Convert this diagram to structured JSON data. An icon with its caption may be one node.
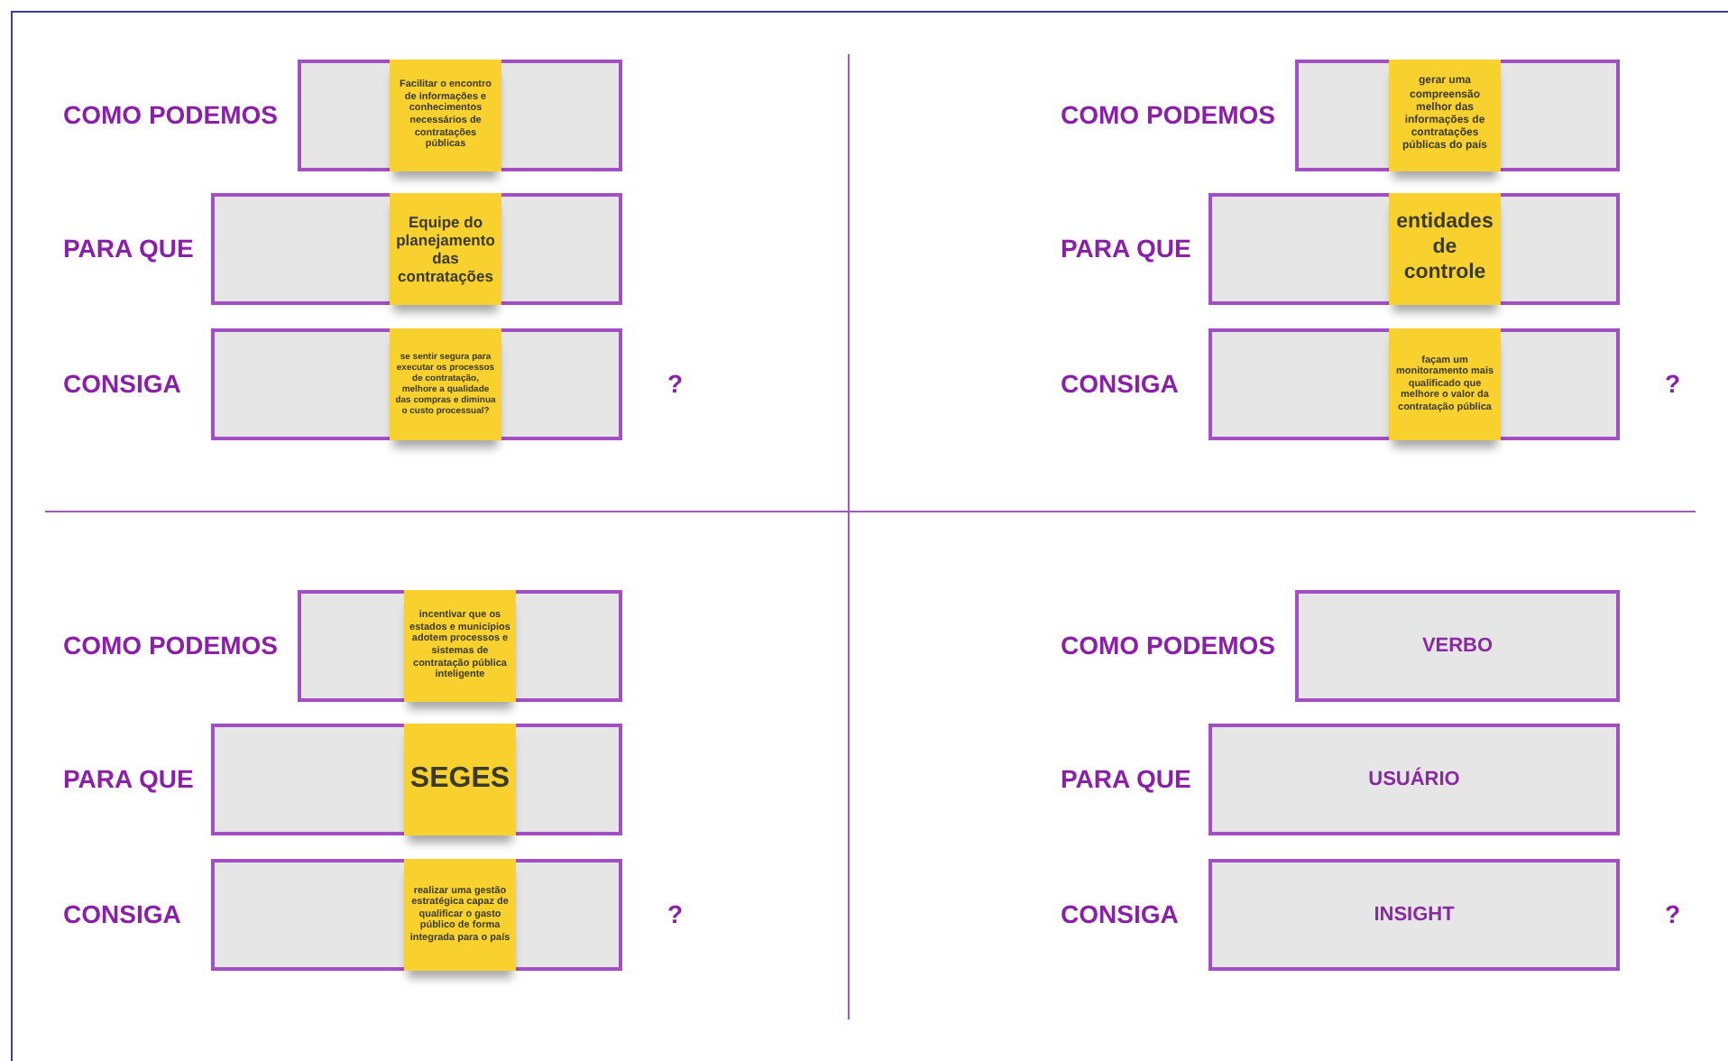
{
  "diagram": {
    "nodes": [
      {
        "text": [],
        "shape": "box",
        "beside": [
          "COMO PODEMOS"
        ]
      },
      {
        "text": [
          "Facilitar o encontro de informações  e conhecimentos necessários de contratações públicas"
        ],
        "in": 0
      },
      {
        "text": [],
        "shape": "box",
        "beside": [
          "PARA QUE"
        ]
      },
      {
        "text": [
          "Equipe do planejamento das contratações"
        ],
        "in": 2
      },
      {
        "text": [],
        "shape": "box",
        "beside": [
          "CONSIGA",
          "?"
        ]
      },
      {
        "text": [
          "se sentir segura para executar os processos de contratação, melhore a qualidade das compras e diminua o custo processual?"
        ],
        "in": 4
      },
      {
        "text": [],
        "shape": "box",
        "beside": [
          "COMO PODEMOS"
        ]
      },
      {
        "text": [
          "gerar uma compreensão melhor das informações de contratações públicas do país"
        ],
        "in": 6
      },
      {
        "text": [],
        "shape": "box",
        "beside": [
          "PARA QUE"
        ]
      },
      {
        "text": [
          "entidades de controle"
        ],
        "in": 8
      },
      {
        "text": [],
        "shape": "box",
        "beside": [
          "CONSIGA",
          "?"
        ]
      },
      {
        "text": [
          "façam um monitoramento mais qualificado que melhore o valor da contratação pública"
        ],
        "in": 10
      },
      {
        "text": [],
        "shape": "box",
        "beside": [
          "COMO PODEMOS"
        ]
      },
      {
        "text": [
          "incentivar que os estados e municípios adotem processos e sistemas  de contratação pública inteligente"
        ],
        "in": 12
      },
      {
        "text": [],
        "shape": "box",
        "beside": [
          "PARA QUE"
        ]
      },
      {
        "text": [
          "SEGES"
        ],
        "in": 14
      },
      {
        "text": [],
        "shape": "box",
        "beside": [
          "CONSIGA",
          "?"
        ]
      },
      {
        "text": [
          "realizar uma gestão estratégica capaz de qualificar o gasto público de forma integrada para o país"
        ],
        "in": 16
      },
      {
        "text": [
          "VERBO"
        ],
        "beside": [
          "COMO PODEMOS"
        ]
      },
      {
        "text": [
          "USUÁRIO"
        ],
        "beside": [
          "PARA QUE"
        ]
      },
      {
        "text": [
          "INSIGHT"
        ],
        "beside": [
          "CONSIGA",
          "?"
        ]
      }
    ]
  }
}
